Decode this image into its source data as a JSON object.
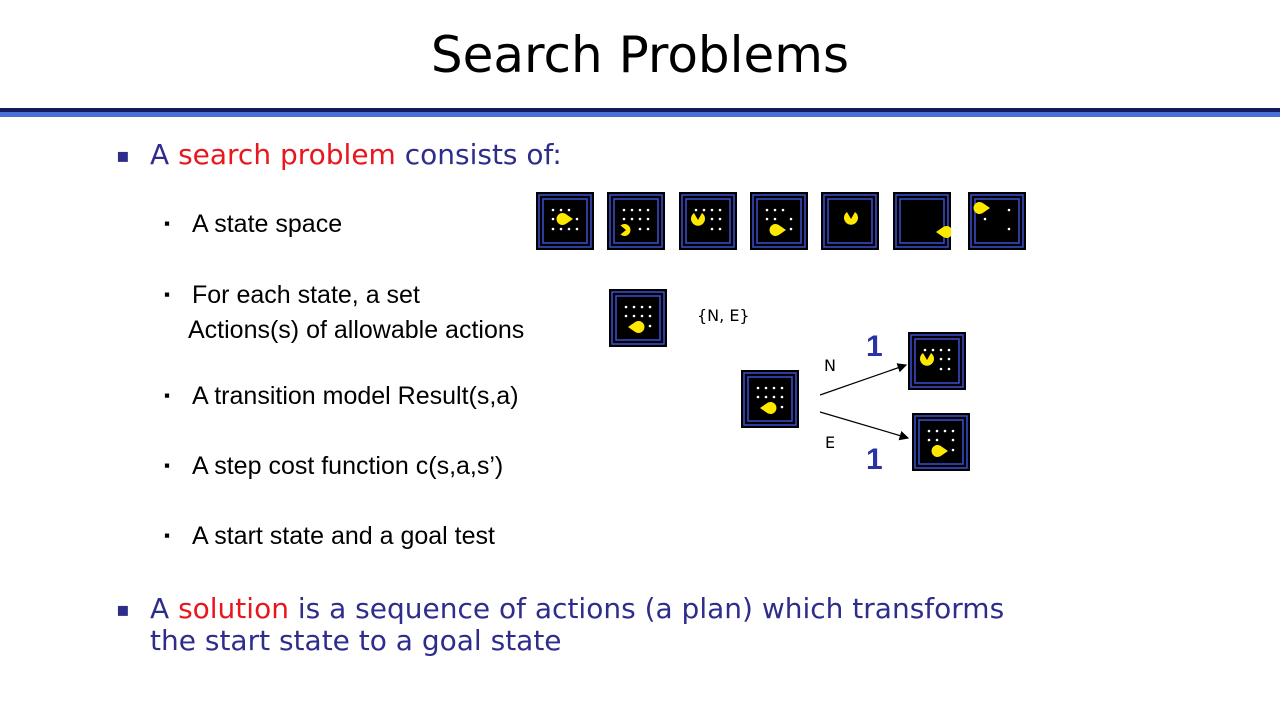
{
  "slide": {
    "title": "Search Problems"
  },
  "bullets": {
    "marker": "▪",
    "intro_pre": "A ",
    "intro_highlight": "search problem",
    "intro_post": " consists of:",
    "state_space": "A state space",
    "actions_line1": "For each state, a set",
    "actions_line2": "Actions(s) of allowable actions",
    "transition": "A transition model Result(s,a)",
    "step_cost": "A step cost function c(s,a,s’)",
    "start_goal": "A start state and a goal test",
    "solution_pre": "A ",
    "solution_highlight": "solution",
    "solution_post_line1": " is a sequence of actions (a plan) which transforms",
    "solution_line2": "the start state to a goal state"
  },
  "figure": {
    "actions_set_label": "{N, E}",
    "edge_north": "N",
    "edge_east": "E",
    "cost_north": "1",
    "cost_east": "1"
  },
  "colors": {
    "heading_text": "#2e2d8c",
    "highlight": "#e8171d",
    "cost_text": "#2b32a8",
    "rule_dark": "#141b5c",
    "rule_light": "#4a6fd8",
    "tile_border": "#3a4fd0",
    "pacman": "#ffe800",
    "dot": "#ffffff"
  }
}
